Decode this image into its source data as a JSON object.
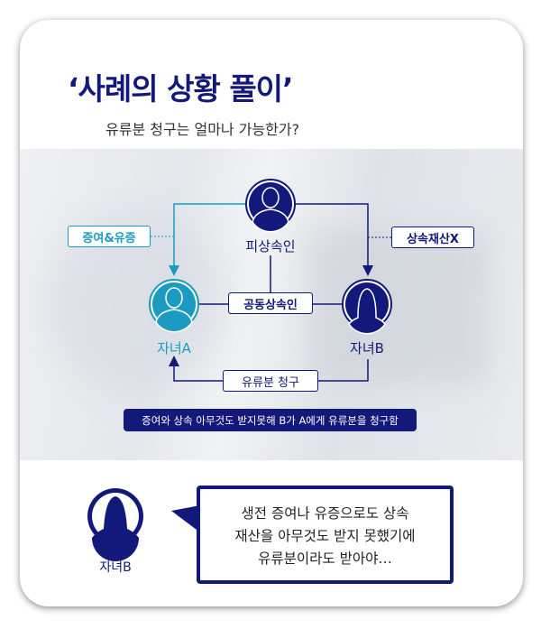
{
  "header": {
    "title": "‘사례의 상황 풀이’",
    "subtitle": "유류분 청구는 얼마나 가능한가?"
  },
  "diagram": {
    "decedent": "피상속인",
    "child_a": "자녀A",
    "child_b": "자녀B",
    "gift_tag": "증여&유증",
    "estate_tag": "상속재산X",
    "co_heir_tag": "공동상속인",
    "claim_tag": "유류분 청구",
    "summary": "증여와 상속 아무것도 받지못해 B가 A에게 유류분을 청구함"
  },
  "speech": {
    "speaker": "자녀B",
    "lines": [
      "생전 증여나 유증으로도 상속",
      "재산을 아무것도 받지 못했기에",
      "유류분이라도 받아야…"
    ]
  },
  "colors": {
    "navy": "#13197a",
    "teal": "#1a9bbf"
  }
}
